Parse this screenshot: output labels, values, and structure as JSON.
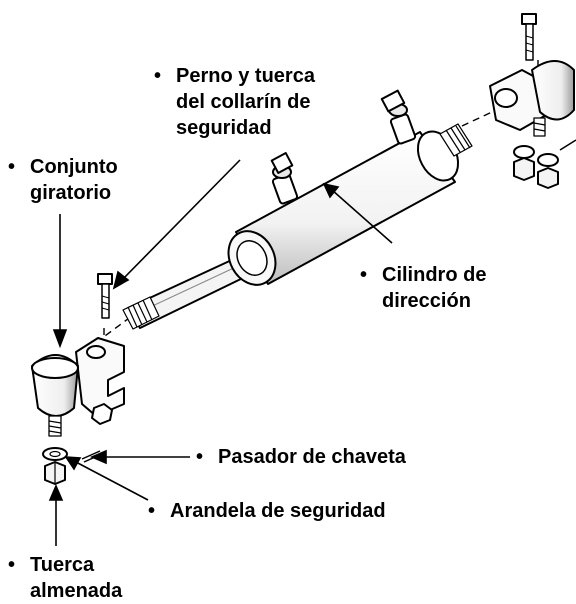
{
  "labels": {
    "perno": {
      "line1": "Perno y tuerca",
      "line2": "del collarín de",
      "line3": "seguridad"
    },
    "conjunto": {
      "line1": "Conjunto",
      "line2": "giratorio"
    },
    "cilindro": {
      "line1": "Cilindro de",
      "line2": "dirección"
    },
    "pasador": {
      "line1": "Pasador de chaveta"
    },
    "arandela": {
      "line1": "Arandela de seguridad"
    },
    "tuerca": {
      "line1": "Tuerca",
      "line2": "almenada"
    }
  },
  "bullet": "•",
  "colors": {
    "ink": "#000000",
    "paper": "#ffffff",
    "shade": "#d9d9d9"
  }
}
